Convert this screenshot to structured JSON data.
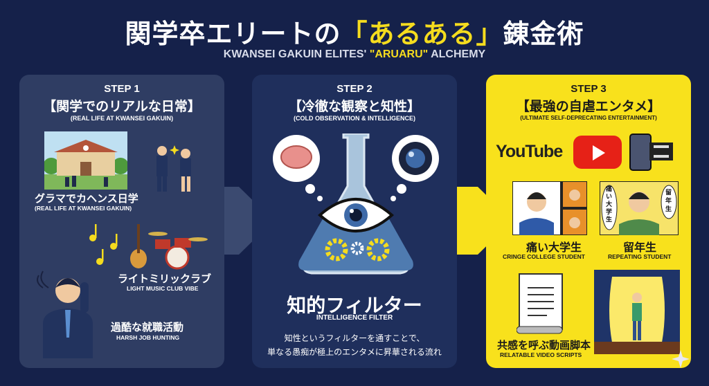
{
  "header": {
    "title_pre": "関学卒エリートの",
    "title_hl": "「あるある」",
    "title_post": "錬金術",
    "subtitle_pre": "KWANSEI GAKUIN ELITES' ",
    "subtitle_hl": "\"ARUARU\"",
    "subtitle_post": " ALCHEMY"
  },
  "step1": {
    "step": "STEP 1",
    "heading": "【関学でのリアルな日常】",
    "sub": "(REAL LIFE AT KWANSEI GAKUIN)",
    "items": [
      {
        "label": "グラマでカヘンス日学",
        "sub": "(REAL LIFE AT KWANSEI GAKUIN)"
      },
      {
        "label": "ライトミリックラブ",
        "sub": "LIGHT MUSIC CLUB VIBE"
      },
      {
        "label": "過酷な就職活動",
        "sub": "HARSH JOB HUNTING"
      }
    ]
  },
  "step2": {
    "step": "STEP 2",
    "heading": "【冷徹な観察と知性】",
    "sub": "(COLD OBSERVATION & INTELLIGENCE)",
    "filter": "知的フィルター",
    "filter_sub": "INTELLIGENCE FILTER",
    "desc1": "知性というフィルターを通すことで、",
    "desc2": "単なる愚痴が極上のエンタメに昇華される流れ"
  },
  "step3": {
    "step": "STEP 3",
    "heading": "【最強の自虐エンタメ】",
    "sub": "(ULTIMATE SELF-DEPRECATING ENTERTAINMENT)",
    "youtube": "YouTube",
    "items": [
      {
        "label": "痛い大学生",
        "sub": "CRINGE COLLEGE STUDENT",
        "bubble": "痛い大学生"
      },
      {
        "label": "留年生",
        "sub": "REPEATING STUDENT",
        "bubble": "留年生"
      },
      {
        "label": "共感を呼ぶ動画脚本",
        "sub": "RELATABLE VIDEO SCRIPTS"
      }
    ]
  },
  "colors": {
    "background": "#15214a",
    "accent": "#f8e11c",
    "panel1": "#2f3d63",
    "panel2": "#1f2f5c",
    "youtube_red": "#e62117"
  }
}
